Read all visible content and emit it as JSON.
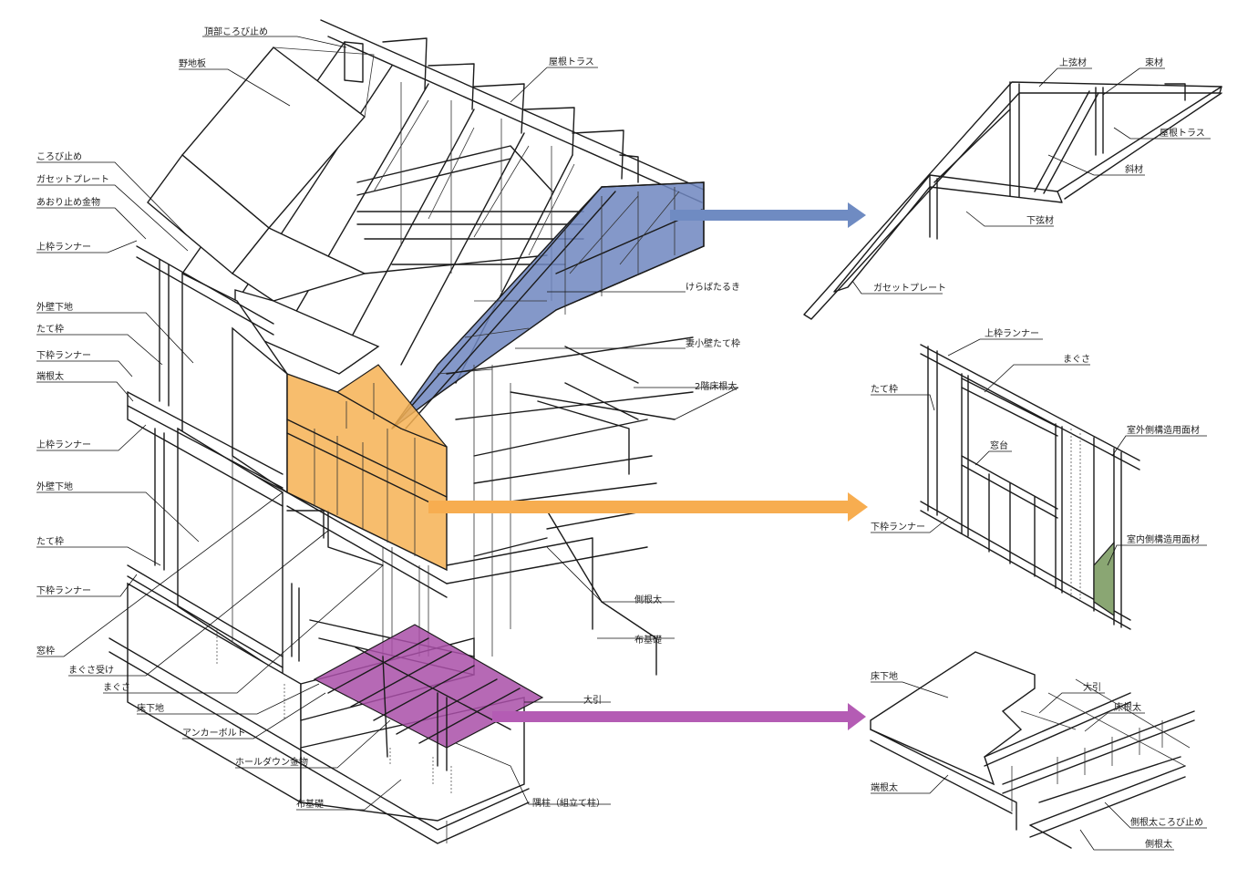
{
  "colors": {
    "roof_truss_highlight": "#6f86bf",
    "wall_panel_highlight": "#f6b254",
    "floor_highlight": "#a94fa8",
    "interior_sheathing": "#8aa673",
    "arrow_blue": "#6f8bc2",
    "arrow_orange": "#f7ad50",
    "arrow_purple": "#b45cb4"
  },
  "labels": {
    "top_center": [
      "頂部ころび止め",
      "野地板",
      "屋根トラス"
    ],
    "left": [
      "ころび止め",
      "ガセットプレート",
      "あおり止め金物",
      "上枠ランナー",
      "外壁下地",
      "たて枠",
      "下枠ランナー",
      "端根太",
      "上枠ランナー",
      "外壁下地",
      "たて枠",
      "下枠ランナー",
      "窓枠",
      "まぐさ受け",
      "まぐさ",
      "床下地",
      "アンカーボルト",
      "ホールダウン金物",
      "布基礎"
    ],
    "right_of_house": [
      "けらばたるき",
      "妻小壁たて枠",
      "2階床根太",
      "側根太",
      "布基礎",
      "大引",
      "隅柱（組立て柱）"
    ]
  },
  "details": {
    "truss": [
      "上弦材",
      "束材",
      "屋根トラス",
      "斜材",
      "下弦材",
      "ガセットプレート"
    ],
    "wall": [
      "上枠ランナー",
      "まぐさ",
      "たて枠",
      "窓台",
      "室外側構造用面材",
      "下枠ランナー",
      "室内側構造用面材"
    ],
    "floor": [
      "床下地",
      "大引",
      "床根太",
      "端根太",
      "側根太ころび止め",
      "側根太"
    ]
  }
}
